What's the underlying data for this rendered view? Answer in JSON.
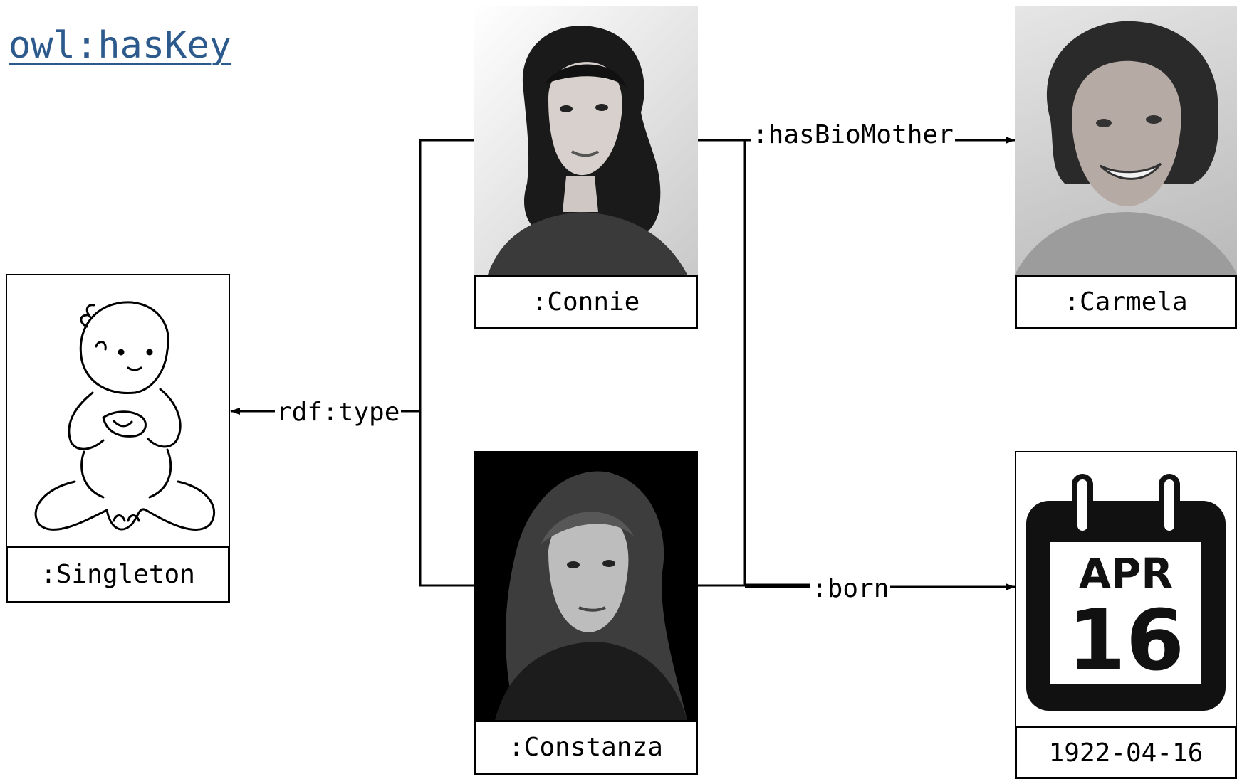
{
  "title": "owl:hasKey",
  "nodes": {
    "singleton": {
      "label": ":Singleton",
      "icon": "baby-icon"
    },
    "connie": {
      "label": ":Connie",
      "icon": "woman-portrait-photo"
    },
    "constanza": {
      "label": ":Constanza",
      "icon": "woman-headscarf-photo"
    },
    "carmela": {
      "label": ":Carmela",
      "icon": "smiling-woman-photo"
    },
    "date": {
      "label": "1922-04-16",
      "icon": "calendar-icon",
      "calendar_month": "APR",
      "calendar_day": "16"
    }
  },
  "edges": {
    "has_bio_mother": ":hasBioMother",
    "born": ":born",
    "rdf_type": "rdf:type"
  },
  "colors": {
    "title": "#2d5a8c",
    "line": "#000000",
    "background": "#ffffff"
  }
}
